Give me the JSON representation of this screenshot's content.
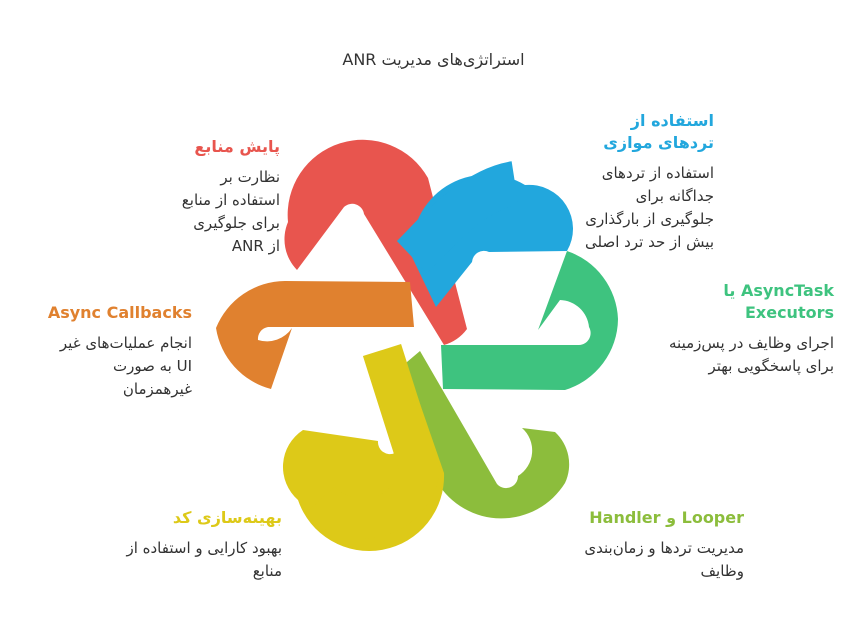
{
  "title": "استراتژی‌های مدیریت ANR",
  "colors": {
    "red": "#e8554e",
    "blue": "#22a7dd",
    "green": "#3ec37f",
    "lime": "#8cbd3c",
    "yellow": "#ddc918",
    "orange": "#e0812f"
  },
  "items": [
    {
      "heading": "پایش منابع",
      "desc": "نظارت بر استفاده از منابع برای جلوگیری از ANR",
      "color": "#e8554e"
    },
    {
      "heading": "استفاده از تردهای موازی",
      "desc": "استفاده از تردهای جداگانه برای جلوگیری از بارگذاری بیش از حد ترد اصلی",
      "color": "#22a7dd"
    },
    {
      "heading": "AsyncTask یا Executors",
      "desc": "اجرای وظایف در پس‌زمینه برای پاسخگویی بهتر",
      "color": "#3ec37f"
    },
    {
      "heading": "Async Callbacks",
      "desc": "انجام عملیات‌های غیر UI به صورت غیرهمزمان",
      "color": "#e0812f"
    },
    {
      "heading": "بهینه‌سازی کد",
      "desc": "بهبود کارایی و استفاده از منابع",
      "color": "#ddc918"
    },
    {
      "heading": "Looper و Handler",
      "desc": "مدیریت تردها و زمان‌بندی وظایف",
      "color": "#8cbd3c"
    }
  ]
}
